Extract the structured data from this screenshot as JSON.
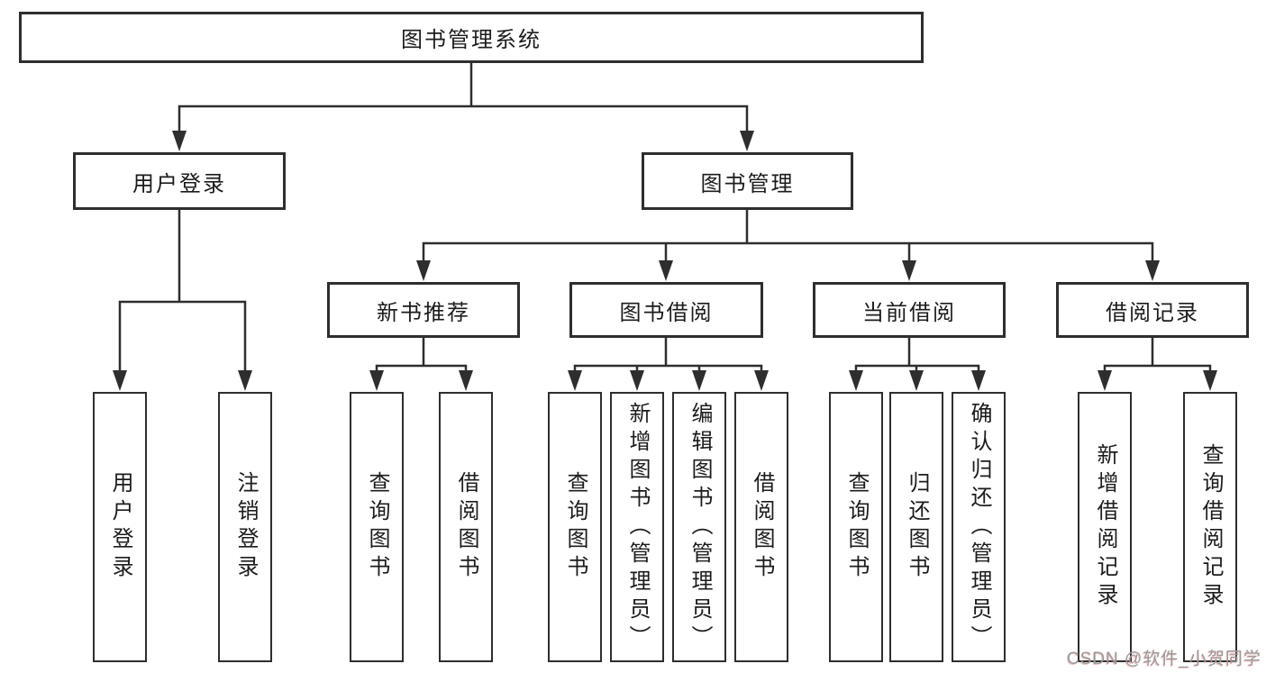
{
  "diagram": {
    "root": {
      "label": "图书管理系统"
    },
    "level1": [
      {
        "label": "用户登录"
      },
      {
        "label": "图书管理"
      }
    ],
    "level2": [
      {
        "label": "新书推荐"
      },
      {
        "label": "图书借阅"
      },
      {
        "label": "当前借阅"
      },
      {
        "label": "借阅记录"
      }
    ],
    "leaves": {
      "user": [
        "用户登录",
        "注销登录"
      ],
      "recommend": [
        "查询图书",
        "借阅图书"
      ],
      "borrow": [
        "查询图书",
        "新增图书（管理员）",
        "编辑图书（管理员）",
        "借阅图书"
      ],
      "current": [
        "查询图书",
        "归还图书",
        "确认归还（管理员）"
      ],
      "records": [
        "新增借阅记录",
        "查询借阅记录"
      ]
    }
  },
  "watermark": {
    "text": "CSDN @软件_小贺同学"
  },
  "colors": {
    "line": "#2e2e2e",
    "box_border": "#2e2e2e",
    "text": "#1c1c1c",
    "watermark": "#9a9a9a",
    "background": "#ffffff"
  }
}
